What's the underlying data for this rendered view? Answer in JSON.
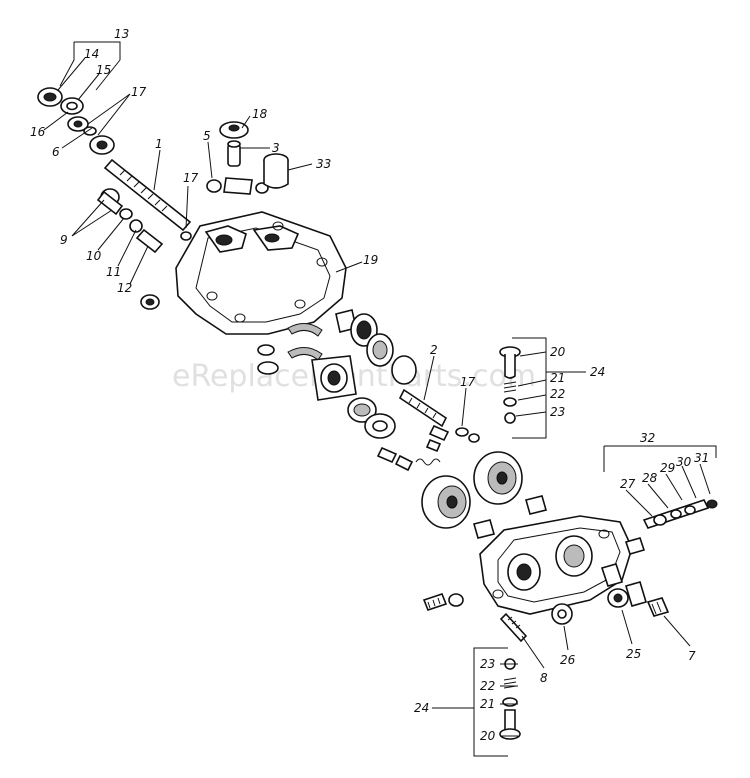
{
  "watermark": "eReplacementParts.com",
  "labels": {
    "l1": "1",
    "l2": "2",
    "l3": "3",
    "l5": "5",
    "l6": "6",
    "l7": "7",
    "l8": "8",
    "l9": "9",
    "l10": "10",
    "l11": "11",
    "l12": "12",
    "l13": "13",
    "l14": "14",
    "l15": "15",
    "l16": "16",
    "l17a": "17",
    "l17b": "17",
    "l17c": "17",
    "l18": "18",
    "l19": "19",
    "l20a": "20",
    "l21a": "21",
    "l22a": "22",
    "l23a": "23",
    "l24a": "24",
    "l20b": "20",
    "l21b": "21",
    "l22b": "22",
    "l23b": "23",
    "l24b": "24",
    "l25": "25",
    "l26": "26",
    "l27": "27",
    "l28": "28",
    "l29": "29",
    "l30": "30",
    "l31": "31",
    "l32": "32",
    "l33": "33"
  }
}
